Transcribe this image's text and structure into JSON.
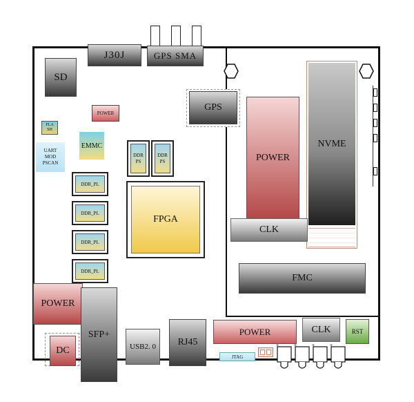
{
  "labels": {
    "j30j": "J30J",
    "gps_sma": "GPS SMA",
    "sd": "SD",
    "power_small": "POWER",
    "gps": "GPS",
    "flash": "FLA\nSH",
    "emmc": "EMMC",
    "uart": "UART\nMOD\nPSCAN",
    "ddr_ps": "DDR\nPS",
    "ddr_pl": "DDR_PL",
    "fpga": "FPGA",
    "power_center": "POWER",
    "nvme": "NVME",
    "clk_center": "CLK",
    "fmc": "FMC",
    "power_left": "POWER",
    "sfp": "SFP+",
    "dc": "DC",
    "usb": "USB2. 0",
    "rj45": "RJ45",
    "power_bottom": "POWER",
    "jtag": "JTAG",
    "clk_bottom": "CLK",
    "rst": "RST"
  },
  "colors": {
    "outline": "#111111",
    "power_red": "#b54747",
    "fpga_yellow": "#f0c94a",
    "ddr_blue": "#9fd6f0",
    "rst_green": "#6aa84a"
  }
}
